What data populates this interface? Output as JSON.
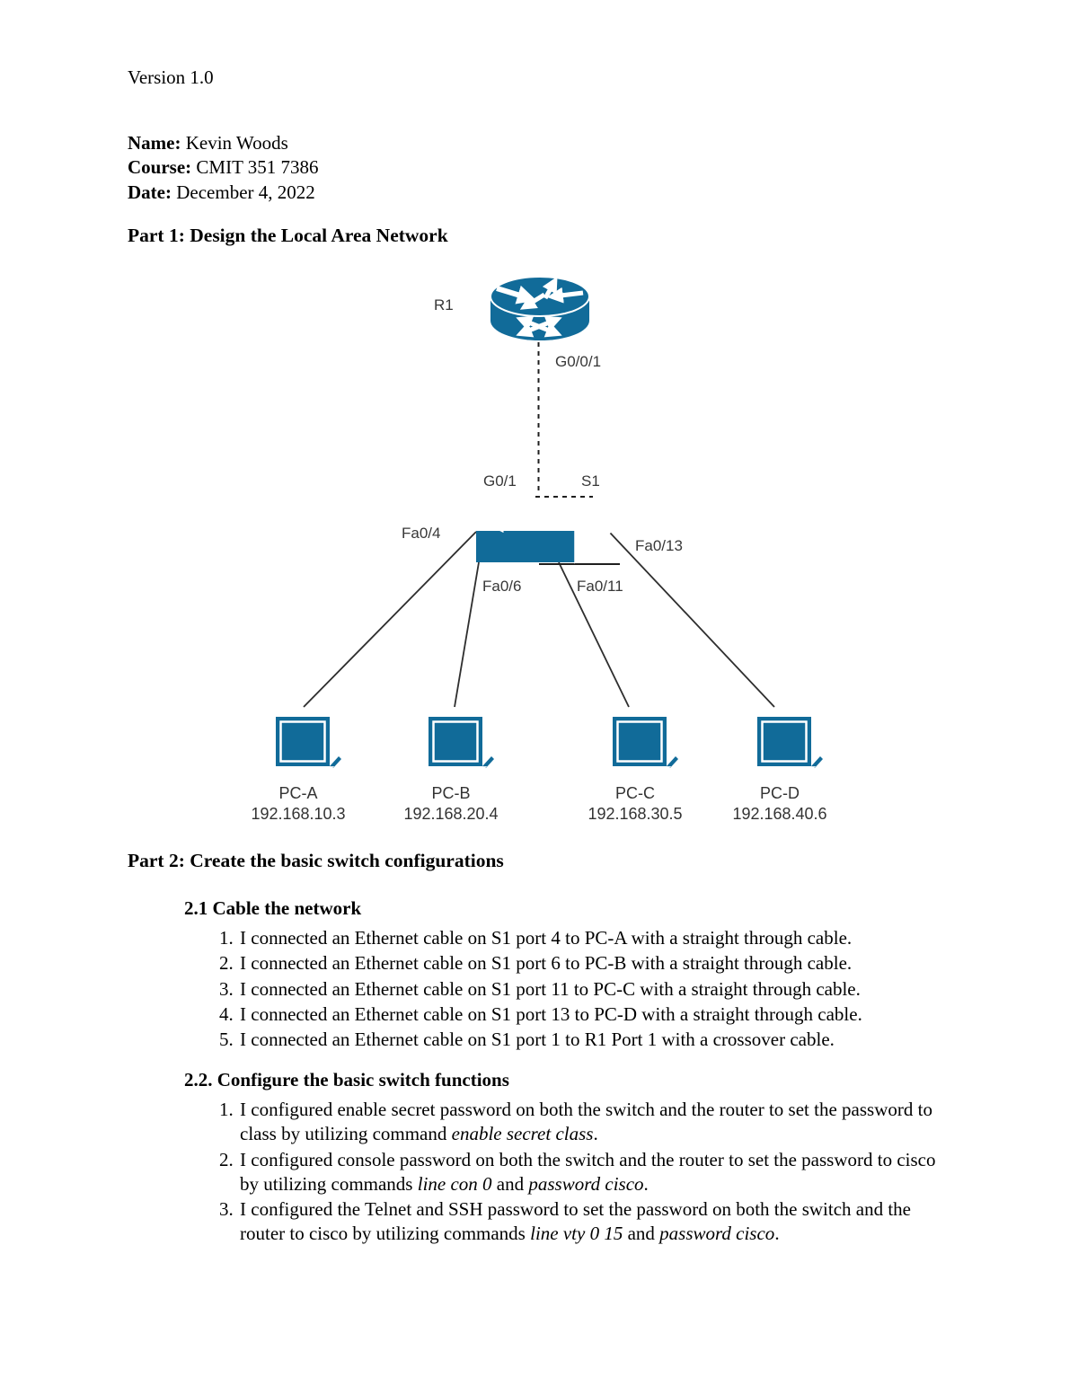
{
  "page": {
    "version": "Version 1.0",
    "meta": [
      {
        "label": "Name:",
        "value": "Kevin Woods"
      },
      {
        "label": "Course:",
        "value": "CMIT 351 7386"
      },
      {
        "label": "Date:",
        "value": "December 4, 2022"
      }
    ],
    "part1_heading": "Part 1: Design the Local Area Network",
    "part2_heading": "Part 2: Create the basic switch configurations"
  },
  "diagram": {
    "device_color": "#116b99",
    "router": {
      "name": "R1",
      "interface": "G0/0/1"
    },
    "switch": {
      "name": "S1",
      "uplink": "G0/1"
    },
    "ports": {
      "pc_a": "Fa0/4",
      "pc_b": "Fa0/6",
      "pc_c": "Fa0/11",
      "pc_d": "Fa0/13"
    },
    "pcs": [
      {
        "name": "PC-A",
        "ip": "192.168.10.3"
      },
      {
        "name": "PC-B",
        "ip": "192.168.20.4"
      },
      {
        "name": "PC-C",
        "ip": "192.168.30.5"
      },
      {
        "name": "PC-D",
        "ip": "192.168.40.6"
      }
    ]
  },
  "section_2_1": {
    "heading": "2.1 Cable the network",
    "items": [
      "I connected an Ethernet cable on S1 port 4 to PC-A with a straight through cable.",
      "I connected an Ethernet cable on S1 port 6 to PC-B with a straight through cable.",
      "I connected an Ethernet cable on S1 port 11 to PC-C with a straight through cable.",
      "I connected an Ethernet cable on S1 port 13 to PC-D with a straight through cable.",
      "I connected an Ethernet cable on S1 port 1 to R1 Port 1 with a crossover cable."
    ]
  },
  "section_2_2": {
    "heading": "2.2. Configure the basic switch functions",
    "items": [
      {
        "segments": [
          {
            "text": "I configured enable secret password on both the switch and the router to set the password to class by utilizing command ",
            "style": "normal"
          },
          {
            "text": "enable secret class",
            "style": "italic"
          },
          {
            "text": ".",
            "style": "normal"
          }
        ]
      },
      {
        "segments": [
          {
            "text": "I configured console password on both the switch and the router to set the password to cisco by utilizing commands ",
            "style": "normal"
          },
          {
            "text": "line con 0",
            "style": "italic"
          },
          {
            "text": " and ",
            "style": "normal"
          },
          {
            "text": "password cisco",
            "style": "italic"
          },
          {
            "text": ".",
            "style": "normal"
          }
        ]
      },
      {
        "segments": [
          {
            "text": "I configured the Telnet and SSH password to set the password on both the switch and the router to cisco by utilizing commands ",
            "style": "normal"
          },
          {
            "text": "line vty 0 15",
            "style": "italic"
          },
          {
            "text": " and ",
            "style": "normal"
          },
          {
            "text": "password cisco",
            "style": "italic"
          },
          {
            "text": ".",
            "style": "normal"
          }
        ]
      }
    ]
  }
}
